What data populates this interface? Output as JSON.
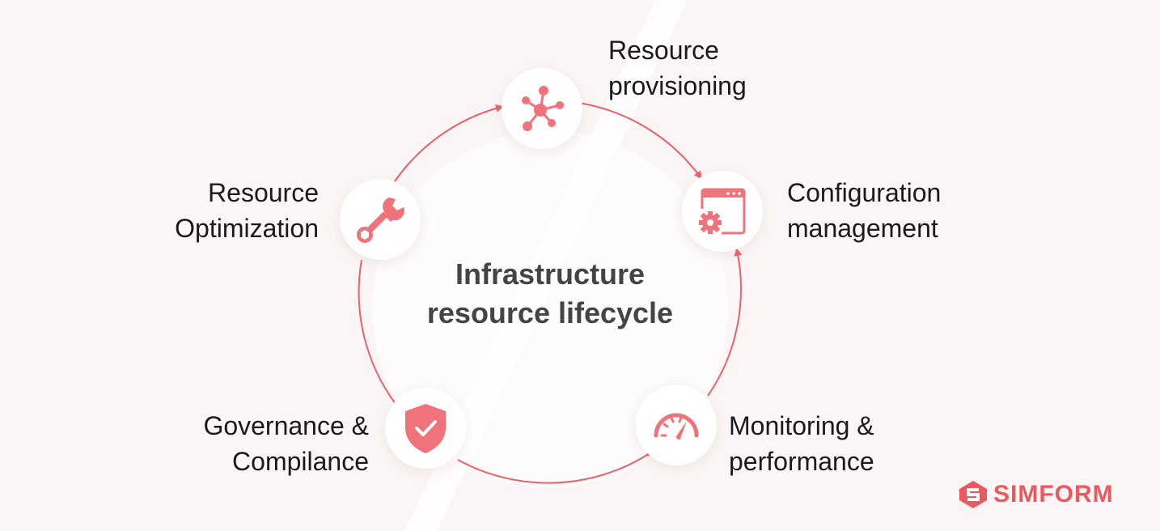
{
  "diagram": {
    "center_title": [
      "Infrastructure",
      "resource lifecycle"
    ],
    "stages": [
      {
        "id": "provisioning",
        "icon": "network-nodes-icon",
        "lines": [
          "Resource",
          "provisioning"
        ]
      },
      {
        "id": "configuration",
        "icon": "gear-window-icon",
        "lines": [
          "Configuration",
          "management"
        ]
      },
      {
        "id": "monitoring",
        "icon": "speedometer-icon",
        "lines": [
          "Monitoring &",
          "performance"
        ]
      },
      {
        "id": "governance",
        "icon": "shield-check-icon",
        "lines": [
          "Governance &",
          "Compilance"
        ]
      },
      {
        "id": "optimization",
        "icon": "wrench-icon",
        "lines": [
          "Resource",
          "Optimization"
        ]
      }
    ],
    "flow": "clockwise"
  },
  "brand": {
    "name": "SIMFORM"
  },
  "colors": {
    "accent": "#f0727a",
    "arrow": "#e8616b",
    "text": "#1a1a1a",
    "center_text": "#444444",
    "background": "#fbf6f5",
    "logo": "#e85a5f"
  }
}
